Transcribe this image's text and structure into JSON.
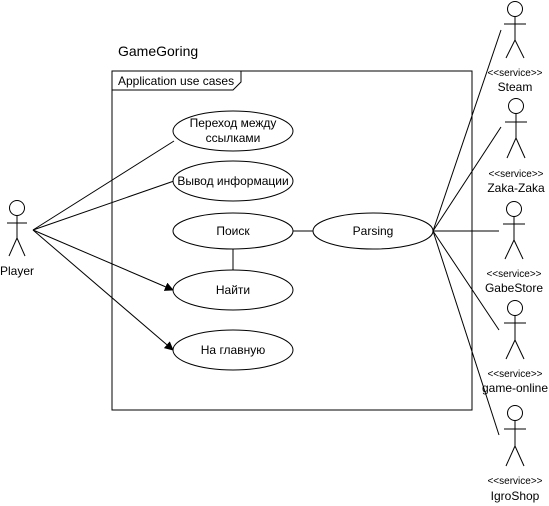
{
  "diagram": {
    "system_name": "GameGoring",
    "frame_label": "Application use cases",
    "use_cases": {
      "nav_line1": "Переход между",
      "nav_line2": "ссылками",
      "output": "Вывод информации",
      "search": "Поиск",
      "find": "Найти",
      "home": "На главную",
      "parsing": "Parsing"
    },
    "actors": {
      "player": "Player",
      "stereotype": "<<service>>",
      "services": [
        "Steam",
        "Zaka-Zaka",
        "GabeStore",
        "game-online",
        "IgroShop"
      ]
    }
  }
}
